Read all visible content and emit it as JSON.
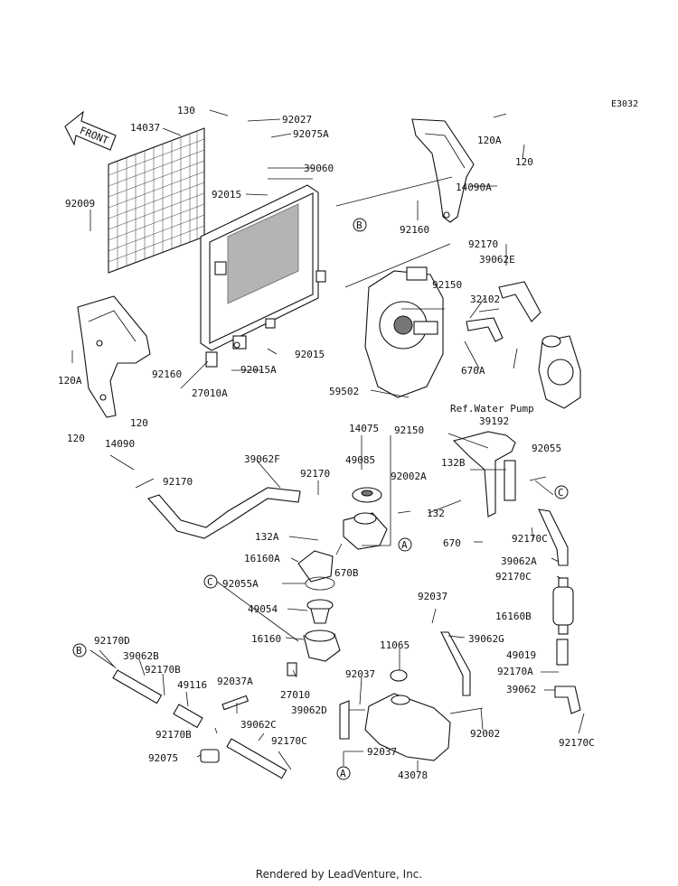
{
  "diagram_code": "E3032",
  "front_label": "FRONT",
  "ref_note": "Ref.Water Pump",
  "footer": "Rendered by LeadVenture, Inc.",
  "ref_markers": [
    "A",
    "B",
    "C"
  ],
  "part_labels": [
    "130",
    "92027",
    "92075A",
    "14037",
    "39060",
    "92015",
    "92009",
    "120A",
    "120",
    "14090A",
    "92160",
    "92170",
    "39062E",
    "92150",
    "32102",
    "670A",
    "120A",
    "92160",
    "27010A",
    "92015A",
    "92015",
    "59502",
    "120",
    "120",
    "14090",
    "92150",
    "39192",
    "92055",
    "14075",
    "49085",
    "92002A",
    "132B",
    "39062F",
    "92170",
    "92170",
    "132A",
    "132",
    "16160A",
    "670B",
    "670",
    "92170C",
    "39062A",
    "92055A",
    "92170C",
    "49054",
    "16160B",
    "92037",
    "16160",
    "11065",
    "39062G",
    "49019",
    "92170D",
    "39062B",
    "92170B",
    "49116",
    "92037A",
    "27010",
    "92037",
    "92170A",
    "39062D",
    "39062",
    "92002",
    "92170B",
    "39062C",
    "92170C",
    "92075",
    "92037",
    "43078",
    "92170C"
  ]
}
